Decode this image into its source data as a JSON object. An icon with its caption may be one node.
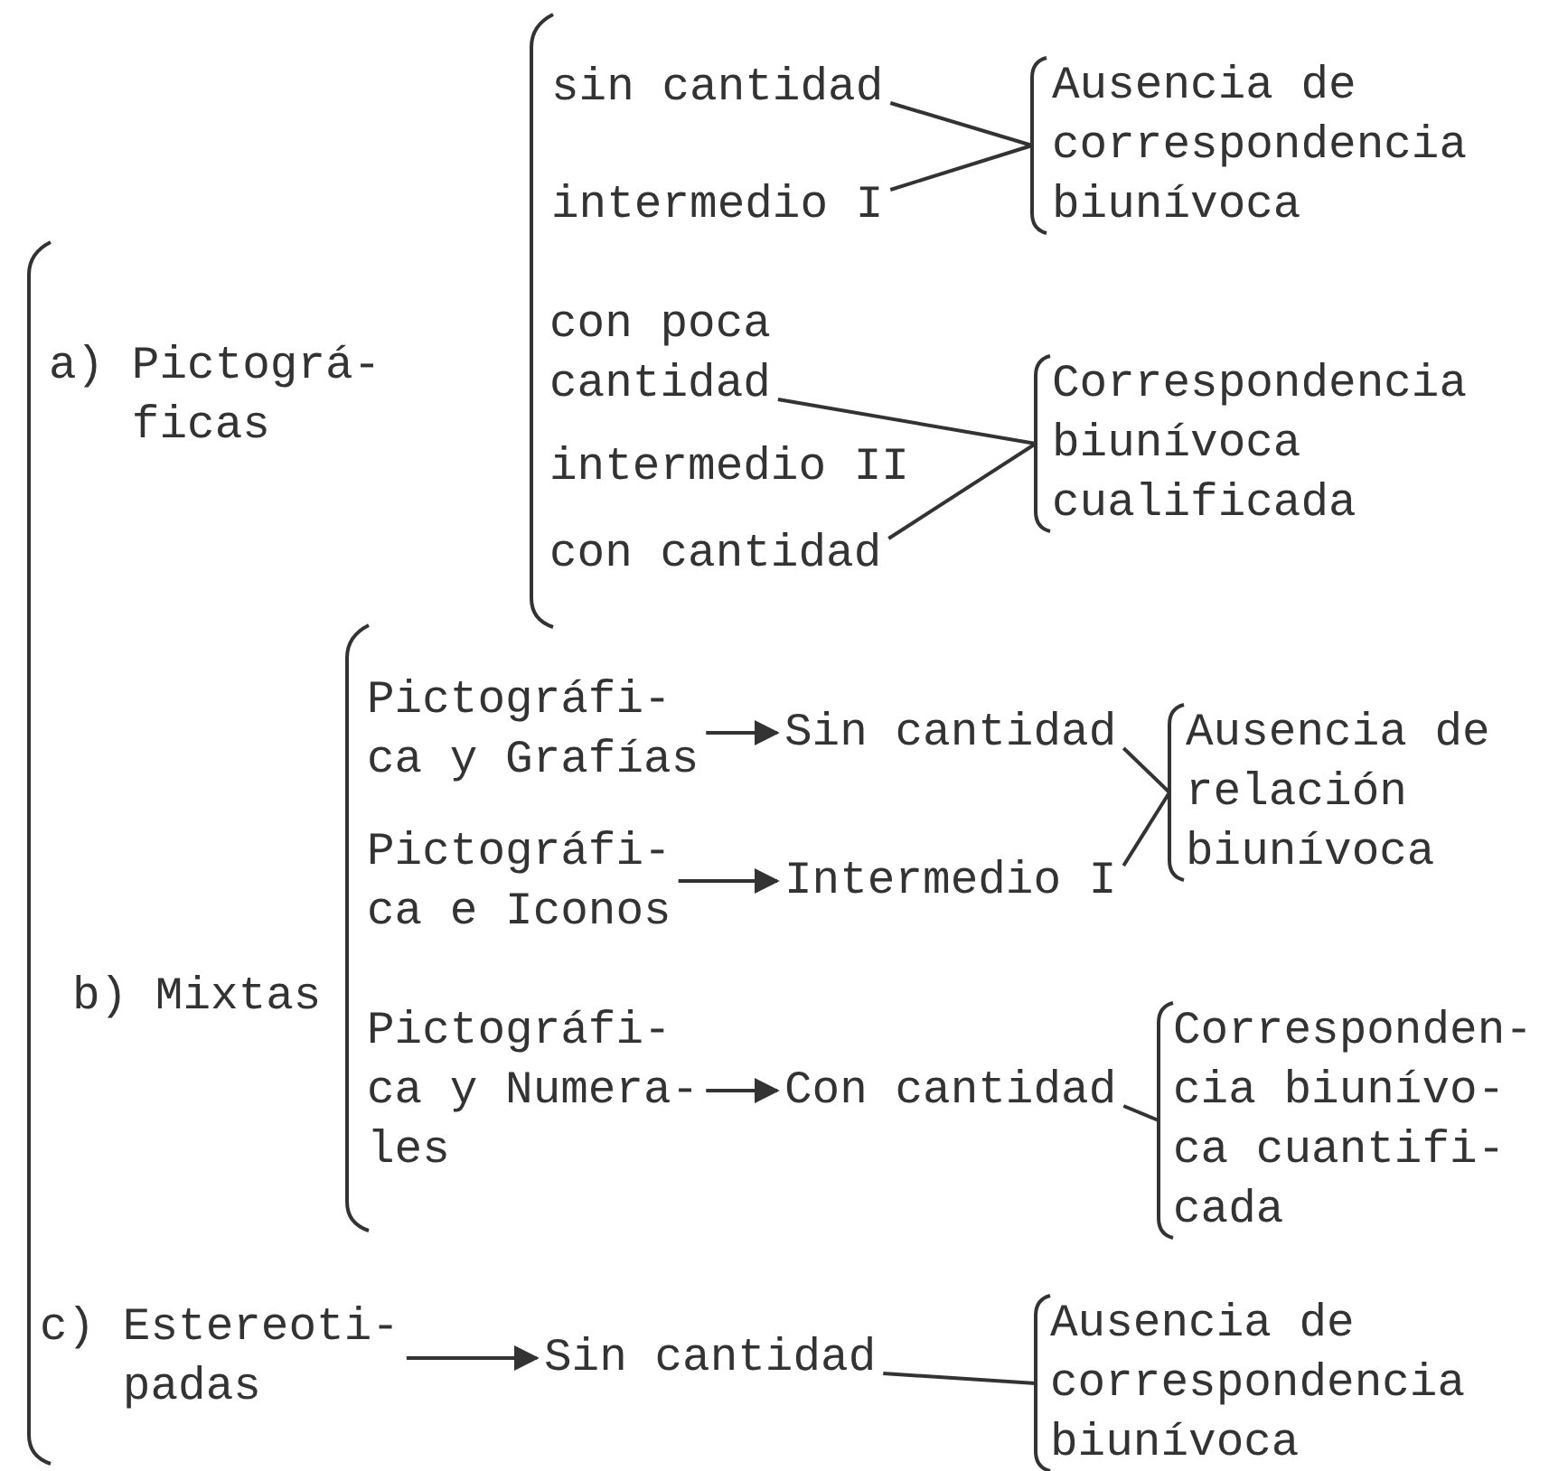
{
  "diagram": {
    "nodes": [
      {
        "text": [
          "sin cantidad"
        ]
      },
      {
        "text": [
          "intermedio I"
        ]
      },
      {
        "text": [
          "Ausencia de correspondencia biunívoca"
        ]
      },
      {
        "text": [
          "con poca cantidad"
        ]
      },
      {
        "text": [
          "intermedio II"
        ]
      },
      {
        "text": [
          "con cantidad"
        ]
      },
      {
        "text": [
          "Correspondencia biunívoca cualificada"
        ]
      },
      {
        "text": [
          "Pictográfi- ca y Grafías"
        ]
      },
      {
        "text": [
          "Sin cantidad"
        ]
      },
      {
        "text": [
          "Ausencia de relación biunívoca"
        ]
      },
      {
        "text": [
          "Pictográfi- ca e Iconos"
        ]
      },
      {
        "text": [
          "Intermedio I"
        ]
      },
      {
        "text": [
          "Pictográfi- ca y Numera- les"
        ]
      },
      {
        "text": [
          "Con cantidad"
        ]
      },
      {
        "text": [
          "Corresponden- cia biunívo- ca cuantifi- cada"
        ]
      },
      {
        "text": [
          "c) Estereoti- padas"
        ]
      },
      {
        "text": [
          "Sin cantidad"
        ]
      },
      {
        "text": [
          "Ausencia de correspondencia biunívoca"
        ]
      }
    ],
    "edges": [
      {
        "from": 0,
        "to": 2,
        "arrow": "none"
      },
      {
        "from": 1,
        "to": 2,
        "arrow": "none"
      },
      {
        "from": 3,
        "to": 6,
        "arrow": "none"
      },
      {
        "from": 5,
        "to": 6,
        "arrow": "none"
      },
      {
        "from": 7,
        "to": 8,
        "arrow": "to"
      },
      {
        "from": 8,
        "to": 9,
        "arrow": "none"
      },
      {
        "from": 10,
        "to": 11,
        "arrow": "to"
      },
      {
        "from": 11,
        "to": 9,
        "arrow": "none"
      },
      {
        "from": 12,
        "to": 13,
        "arrow": "to"
      },
      {
        "from": 13,
        "to": 14,
        "arrow": "none"
      },
      {
        "from": 15,
        "to": 16,
        "arrow": "to"
      },
      {
        "from": 16,
        "to": 17,
        "arrow": "none"
      }
    ],
    "labels": [
      "a) Pictográ- ficas",
      "b) Mixtas"
    ]
  }
}
